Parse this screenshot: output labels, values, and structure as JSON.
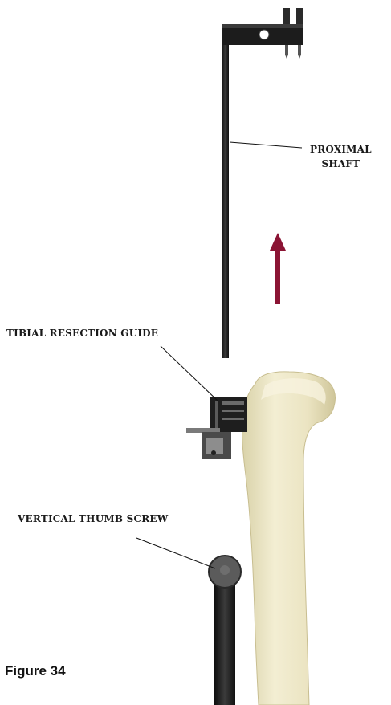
{
  "labels": {
    "proximal_line1": "PROXIMAL",
    "proximal_line2": "SHAFT",
    "tibial_resection_guide": "TIBIAL RESECTION GUIDE",
    "vertical_thumb_screw": "VERTICAL THUMB SCREW"
  },
  "caption": "Figure 34",
  "colors": {
    "arrow": "#8b1434",
    "bone": "#ece6c6",
    "instrument": "#1c1c1c"
  }
}
